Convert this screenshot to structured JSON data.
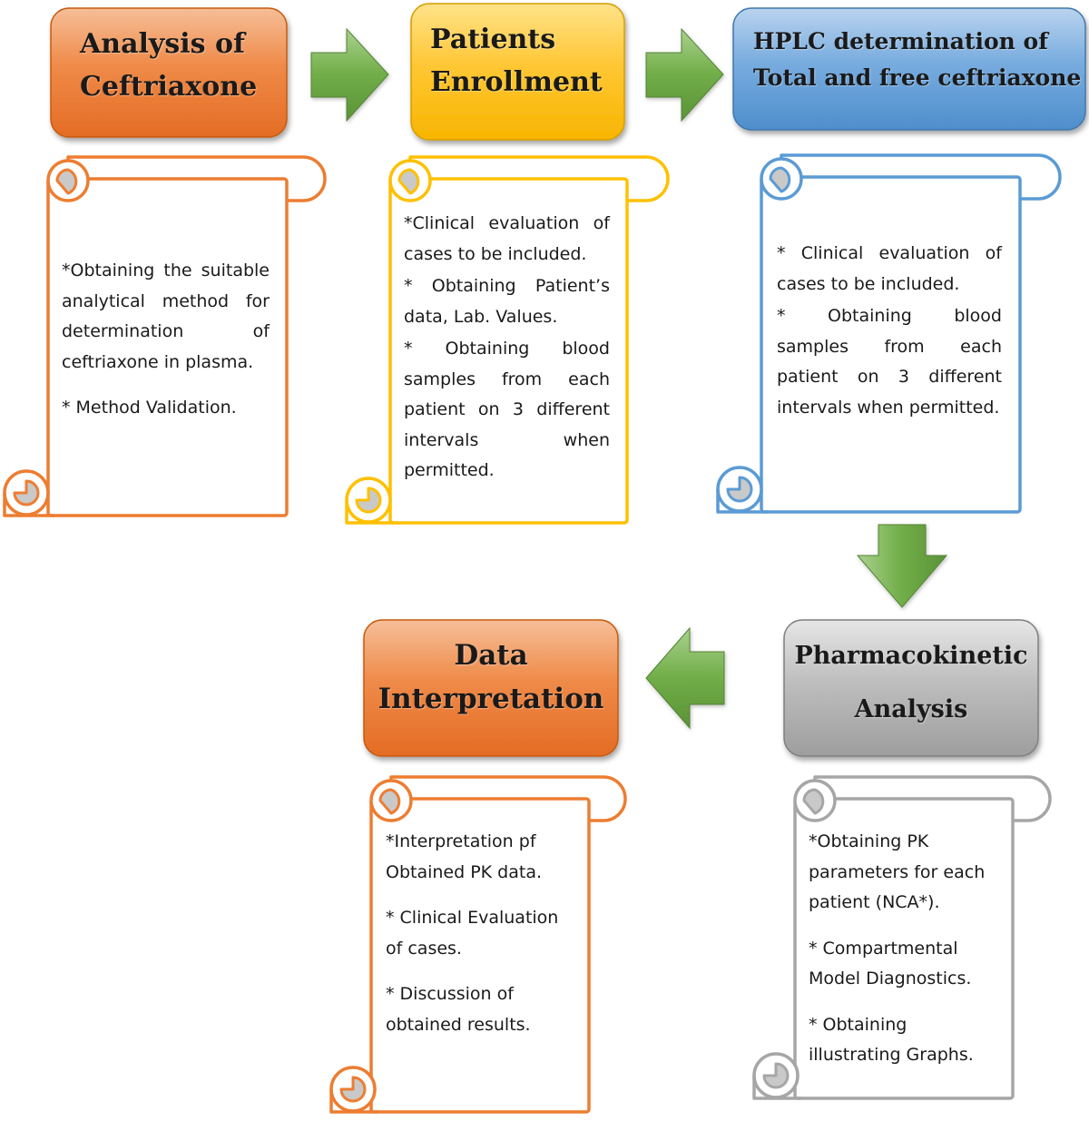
{
  "colors": {
    "orange": "#ED7D31",
    "yellow": "#FFC000",
    "blue": "#5B9BD5",
    "gray": "#A6A6A6",
    "arrow_green": "#70AD47"
  },
  "steps": [
    {
      "title_lines": [
        "Analysis of",
        "Ceftriaxone"
      ],
      "bullets": [
        "*Obtaining the suitable analytical method for determination of ceftriaxone in plasma.",
        "* Method Validation."
      ]
    },
    {
      "title_lines": [
        "Patients",
        "Enrollment"
      ],
      "bullets": [
        "*Clinical evaluation of cases to be included.",
        "* Obtaining Patient’s data, Lab. Values.",
        "* Obtaining blood samples from each patient on 3 different intervals when permitted."
      ]
    },
    {
      "title_lines": [
        "HPLC determination of",
        "Total and free ceftriaxone"
      ],
      "bullets": [
        "* Clinical evaluation of cases to be included.",
        "* Obtaining blood samples from each patient on 3 different intervals when permitted."
      ]
    },
    {
      "title_lines": [
        "Pharmacokinetic",
        "Analysis"
      ],
      "bullets": [
        "*Obtaining PK parameters for each patient (NCA*).",
        "* Compartmental Model Diagnostics.",
        "* Obtaining illustrating Graphs."
      ]
    },
    {
      "title_lines": [
        "Data",
        "Interpretation"
      ],
      "bullets": [
        "*Interpretation pf Obtained PK data.",
        "* Clinical Evaluation of cases.",
        "* Discussion of obtained results."
      ]
    }
  ]
}
